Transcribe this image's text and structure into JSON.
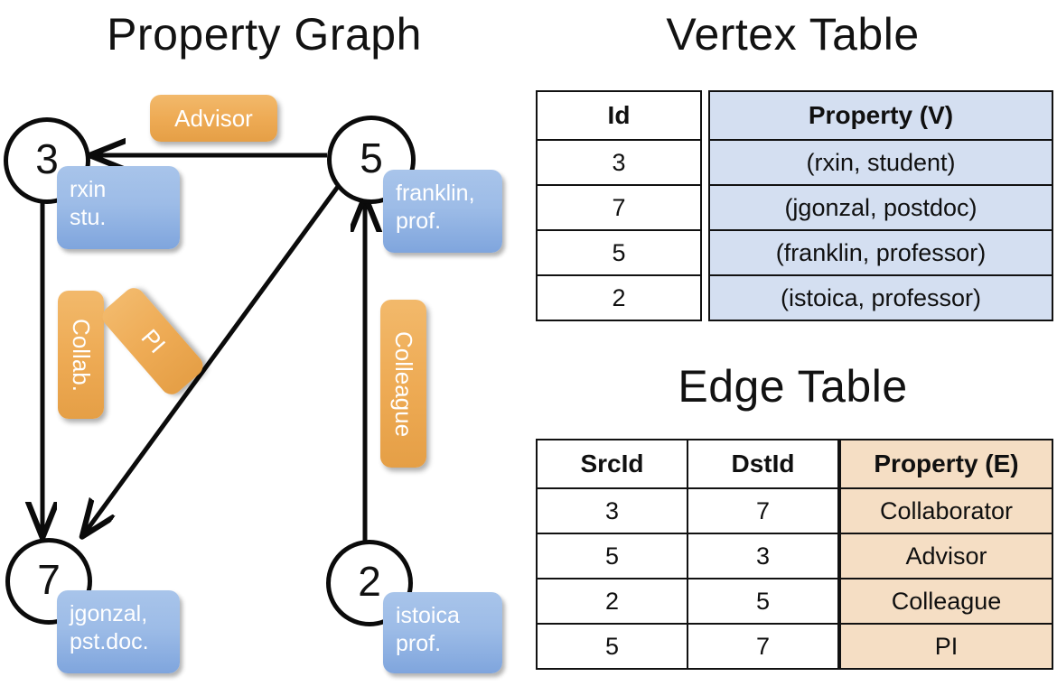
{
  "titles": {
    "property_graph": "Property Graph",
    "vertex_table": "Vertex Table",
    "edge_table": "Edge Table"
  },
  "graph": {
    "nodes": [
      {
        "id": "3",
        "label": "3",
        "property_lines": [
          "rxin",
          "stu."
        ]
      },
      {
        "id": "5",
        "label": "5",
        "property_lines": [
          "franklin,",
          "prof."
        ]
      },
      {
        "id": "7",
        "label": "7",
        "property_lines": [
          "jgonzal,",
          "pst.doc."
        ]
      },
      {
        "id": "2",
        "label": "2",
        "property_lines": [
          "istoica",
          "prof."
        ]
      }
    ],
    "edge_labels": [
      {
        "name": "advisor",
        "text": "Advisor"
      },
      {
        "name": "collab",
        "text": "Collab."
      },
      {
        "name": "pi",
        "text": "PI"
      },
      {
        "name": "colleague",
        "text": "Colleague"
      }
    ],
    "edges": [
      {
        "from": "5",
        "to": "3",
        "label": "Advisor"
      },
      {
        "from": "3",
        "to": "7",
        "label": "Collab."
      },
      {
        "from": "5",
        "to": "7",
        "label": "PI"
      },
      {
        "from": "2",
        "to": "5",
        "label": "Colleague"
      }
    ]
  },
  "vertex_table": {
    "headers": [
      "Id",
      "Property (V)"
    ],
    "rows": [
      {
        "id": "3",
        "property": "(rxin, student)"
      },
      {
        "id": "7",
        "property": "(jgonzal, postdoc)"
      },
      {
        "id": "5",
        "property": "(franklin, professor)"
      },
      {
        "id": "2",
        "property": "(istoica, professor)"
      }
    ]
  },
  "edge_table": {
    "headers": [
      "SrcId",
      "DstId",
      "Property (E)"
    ],
    "rows": [
      {
        "src": "3",
        "dst": "7",
        "property": "Collaborator"
      },
      {
        "src": "5",
        "dst": "3",
        "property": "Advisor"
      },
      {
        "src": "2",
        "dst": "5",
        "property": "Colleague"
      },
      {
        "src": "5",
        "dst": "7",
        "property": "PI"
      }
    ]
  },
  "colors": {
    "vertex_property_fill": "#d4dff1",
    "edge_property_fill": "#f5dec4",
    "node_box_blue": "#9dbce7",
    "edge_box_orange": "#eeab55",
    "stroke": "#111111"
  }
}
